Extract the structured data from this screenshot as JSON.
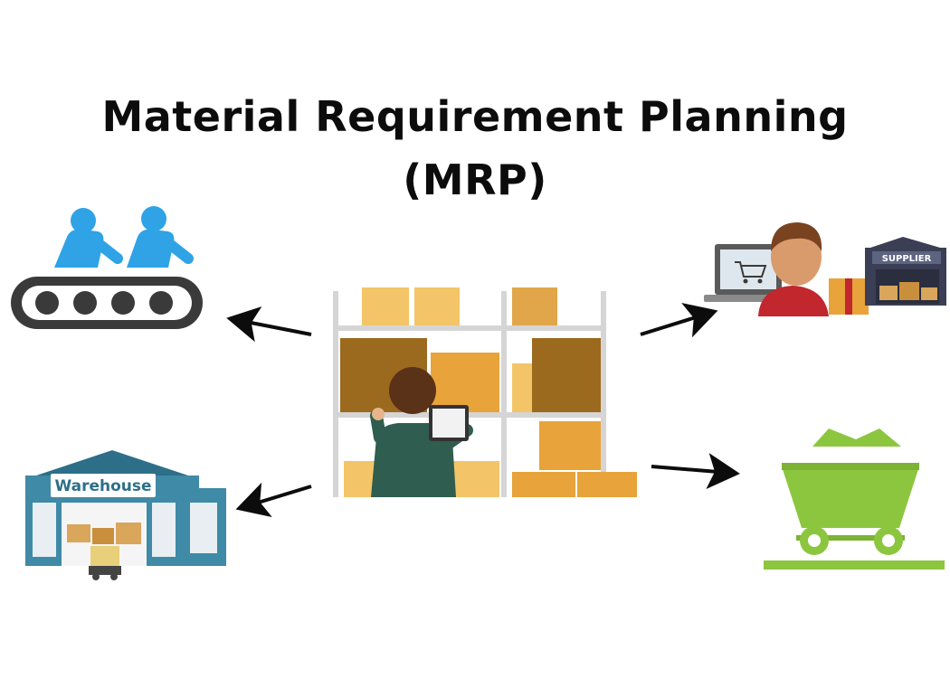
{
  "title": {
    "line1": "Material Requirement Planning",
    "line2": "(MRP)"
  },
  "labels": {
    "warehouse": "Warehouse",
    "supplier": "SUPPLIER"
  },
  "icons": {
    "center": "warehouse-worker-with-tablet-icon",
    "production": "conveyor-belt-workers-icon",
    "warehouse": "warehouse-building-icon",
    "supplier": "online-supplier-shopping-icon",
    "inventory": "mine-cart-icon"
  },
  "colors": {
    "title": "#0c0c0c",
    "conveyor_blue": "#2fa3e6",
    "conveyor_dark": "#3a3a3a",
    "warehouse_teal": "#3f8aa6",
    "cart_green": "#8cc63f",
    "box_orange": "#e8a33a",
    "box_dark": "#9c6a1e",
    "worker_green": "#2f5d4f",
    "arrow": "#0c0c0c"
  }
}
